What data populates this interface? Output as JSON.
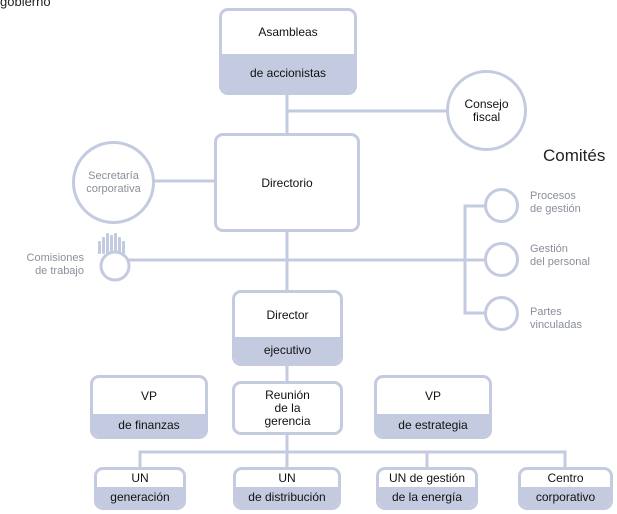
{
  "heading": "gobierno",
  "comites_title": "Comités",
  "asambleas": {
    "top": "Asambleas",
    "bottom": "de accionistas"
  },
  "consejo": "Consejo\nfiscal",
  "secretaria": "Secretaría\ncorporativa",
  "directorio": "Directorio",
  "comisiones": "Comisiones\nde trabajo",
  "comites": [
    {
      "label": "Procesos\nde gestión"
    },
    {
      "label": "Gestión\ndel personal"
    },
    {
      "label": "Partes\nvinculadas"
    }
  ],
  "director": {
    "top": "Director",
    "bottom": "ejecutivo"
  },
  "vp_finanzas": {
    "top": "VP",
    "bottom": "de finanzas"
  },
  "reunion": "Reunión\nde la\ngerencia",
  "vp_estrategia": {
    "top": "VP",
    "bottom": "de estrategia"
  },
  "un_generacion": {
    "top": "UN",
    "bottom": "generación"
  },
  "un_distribucion": {
    "top": "UN",
    "bottom": "de distribución"
  },
  "un_energia": {
    "top": "UN de gestión",
    "bottom": "de la energía"
  },
  "centro": {
    "top": "Centro",
    "bottom": "corporativo"
  },
  "colors": {
    "accent": "#c4cbe0",
    "line": "#c4cbe0",
    "muted_text": "#8a8f9a"
  }
}
